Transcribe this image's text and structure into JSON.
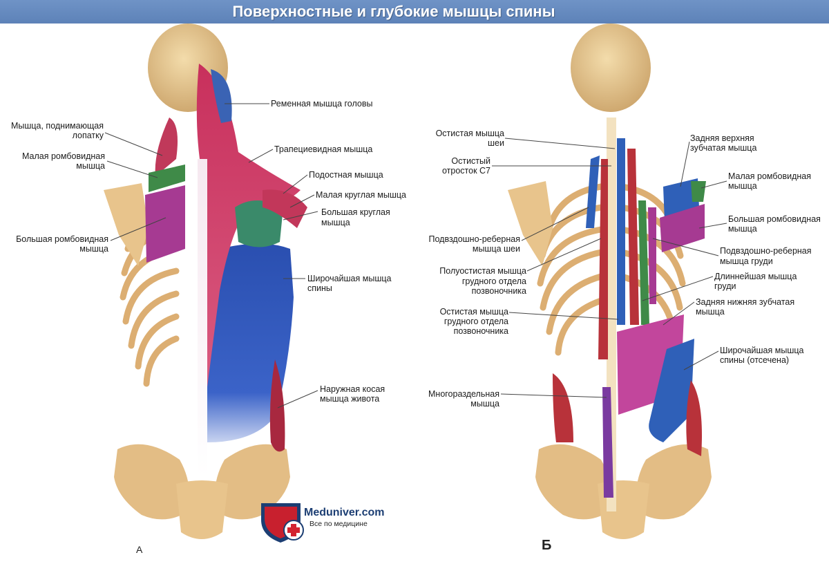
{
  "title": "Поверхностные и глубокие мышцы спины",
  "figure_a": {
    "letter": "А",
    "labels": {
      "splenius_capitis": "Ременная мышца головы",
      "levator_scapulae_1": "Мышца, поднимающая",
      "levator_scapulae_2": "лопатку",
      "trapezius": "Трапециевидная мышца",
      "rhomboid_minor_1": "Малая ромбовидная",
      "rhomboid_minor_2": "мышца",
      "infraspinatus": "Подостная мышца",
      "teres_minor": "Малая круглая мышца",
      "teres_major_1": "Большая круглая",
      "teres_major_2": "мышца",
      "rhomboid_major_1": "Большая ромбовидная",
      "rhomboid_major_2": "мышца",
      "latissimus_1": "Широчайшая мышца",
      "latissimus_2": "спины",
      "external_oblique_1": "Наружная косая",
      "external_oblique_2": "мышца живота"
    }
  },
  "figure_b": {
    "letter": "Б",
    "labels": {
      "spinalis_cervicis_1": "Остистая мышца",
      "spinalis_cervicis_2": "шеи",
      "spinous_c7_1": "Остистый",
      "spinous_c7_2": "отросток С7",
      "iliocostalis_cervicis_1": "Подвздошно-реберная",
      "iliocostalis_cervicis_2": "мышца шеи",
      "semispinalis_1": "Полуостистая мышца",
      "semispinalis_2": "грудного отдела",
      "semispinalis_3": "позвоночника",
      "spinalis_thoracis_1": "Остистая мышца",
      "spinalis_thoracis_2": "грудного отдела",
      "spinalis_thoracis_3": "позвоночника",
      "multifidus_1": "Многораздельная",
      "multifidus_2": "мышца",
      "serratus_sup_1": "Задняя верхняя",
      "serratus_sup_2": "зубчатая мышца",
      "rhomboid_minor_1": "Малая ромбовидная",
      "rhomboid_minor_2": "мышца",
      "rhomboid_major_1": "Большая ромбовидная",
      "rhomboid_major_2": "мышца",
      "iliocostalis_thoracis_1": "Подвздошно-реберная",
      "iliocostalis_thoracis_2": "мышца груди",
      "longissimus_1": "Длиннейшая мышца",
      "longissimus_2": "груди",
      "serratus_inf_1": "Задняя нижняя зубчатая",
      "serratus_inf_2": "мышца",
      "latissimus_cut_1": "Широчайшая мышца",
      "latissimus_cut_2": "спины (отсечена)"
    }
  },
  "logo": {
    "name": "Meduniver.com",
    "tagline": "Все по медицине"
  },
  "colors": {
    "title_bar": "#6389bd",
    "bone": "#e8c48c",
    "trapezius": "#c2375a",
    "latissimus": "#2d55b8",
    "rhomboid": "#a63a92",
    "green_muscle": "#3f8a48",
    "serratus": "#c2469c",
    "red_muscle": "#b8323a"
  }
}
